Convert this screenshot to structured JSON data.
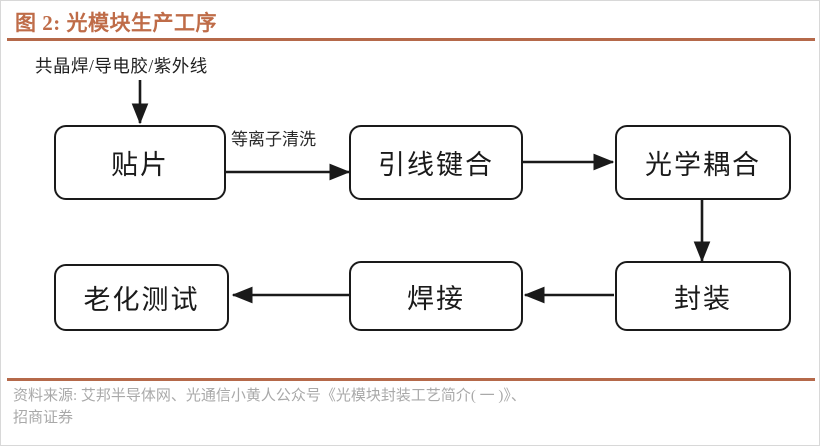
{
  "figure": {
    "title": "图 2: 光模块生产工序",
    "accent_color": "#b5694a",
    "title_color": "#bf6c48"
  },
  "source": {
    "line1": "资料来源: 艾邦半导体网、光通信小黄人公众号《光模块封装工艺简介( 一 )》、",
    "line2": "招商证券"
  },
  "diagram": {
    "type": "flowchart",
    "input_label": "共晶焊/导电胶/紫外线",
    "nodes": [
      {
        "id": "n1",
        "label": "贴片"
      },
      {
        "id": "n2",
        "label": "引线键合"
      },
      {
        "id": "n3",
        "label": "光学耦合"
      },
      {
        "id": "n4",
        "label": "封装"
      },
      {
        "id": "n5",
        "label": "焊接"
      },
      {
        "id": "n6",
        "label": "老化测试"
      }
    ],
    "edges": [
      {
        "from": "input",
        "to": "n1",
        "label": "",
        "direction": "down"
      },
      {
        "from": "n1",
        "to": "n2",
        "label": "等离子清洗",
        "direction": "right"
      },
      {
        "from": "n2",
        "to": "n3",
        "label": "",
        "direction": "right"
      },
      {
        "from": "n3",
        "to": "n4",
        "label": "",
        "direction": "down"
      },
      {
        "from": "n4",
        "to": "n5",
        "label": "",
        "direction": "left"
      },
      {
        "from": "n5",
        "to": "n6",
        "label": "",
        "direction": "left"
      }
    ]
  }
}
